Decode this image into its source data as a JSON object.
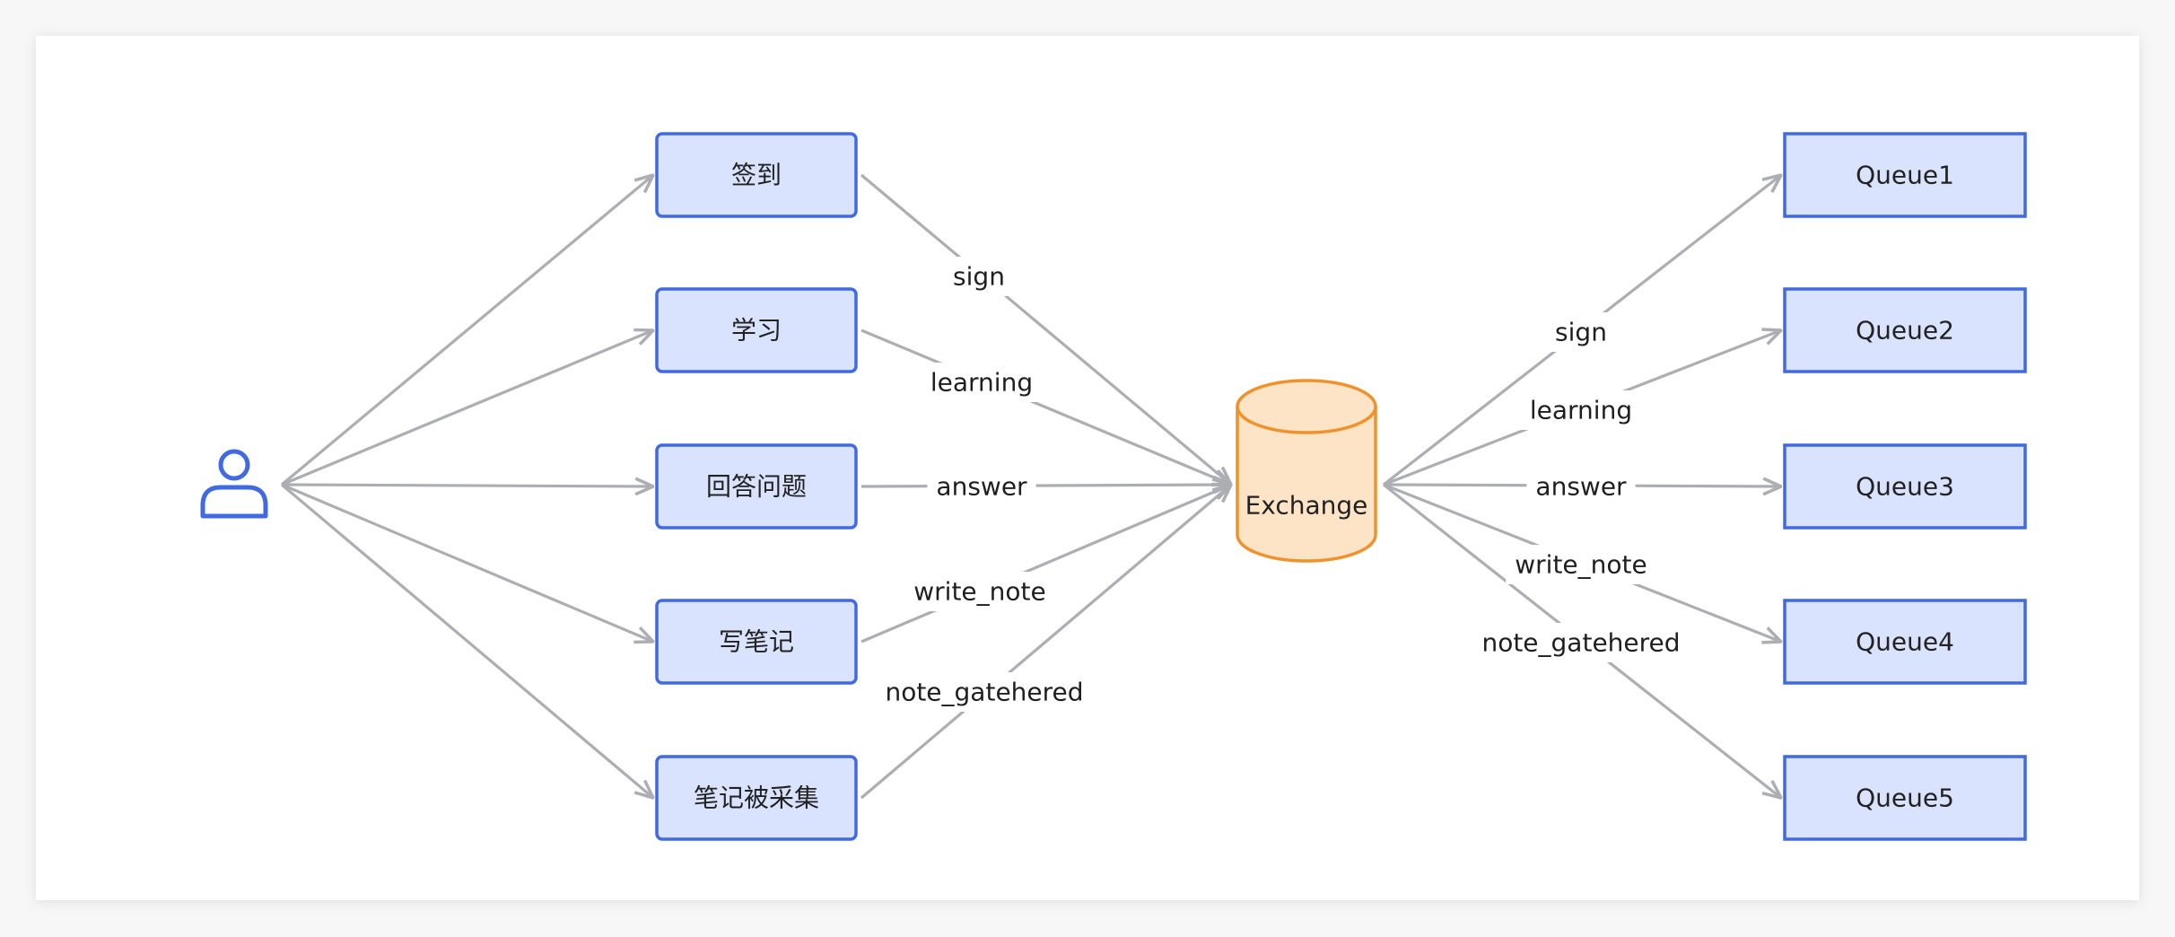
{
  "colors": {
    "node_fill": "#dae3fd",
    "node_stroke": "#4169e1",
    "edge": "#adaeb4",
    "exchange_fill": "#fde4c6",
    "exchange_stroke": "#f0922b",
    "user_icon": "#4169e1"
  },
  "user": {
    "icon": "person-icon"
  },
  "actions": [
    "签到",
    "学习",
    "回答问题",
    "写笔记",
    "笔记被采集"
  ],
  "exchange": {
    "label": "Exchange"
  },
  "queues": [
    "Queue1",
    "Queue2",
    "Queue3",
    "Queue4",
    "Queue5"
  ],
  "routing_keys_in": [
    "sign",
    "learning",
    "answer",
    "write_note",
    "note_gatehered"
  ],
  "routing_keys_out": [
    "sign",
    "learning",
    "answer",
    "write_note",
    "note_gatehered"
  ]
}
